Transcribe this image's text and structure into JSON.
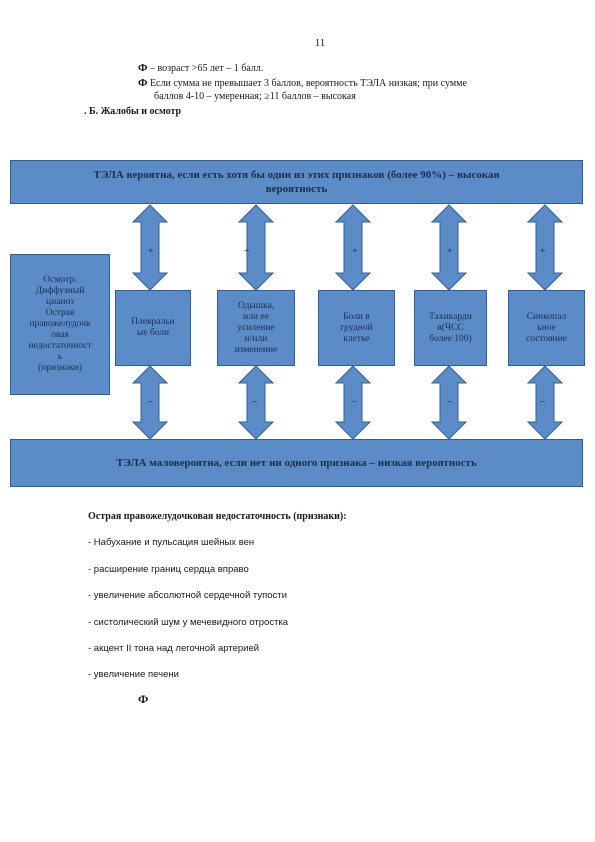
{
  "page_number": "11",
  "bullet_symbol": "Ф",
  "bullets": [
    "– возраст >65 лет – 1 балл.",
    "Если сумма не превышает 3 баллов, вероятность ТЭЛА низкая; при сумме",
    "баллов 4-10 – умеренная; ≥11 баллов – высокая"
  ],
  "section_heading": ". Б. Жалобы и осмотр",
  "diagram": {
    "top_banner": [
      "ТЭЛА вероятна, если есть хотя бы один из этих признаков (более 90%) – высокая",
      "вероятность"
    ],
    "bottom_banner": "ТЭЛА маловероятна, если нет ни одного признака – низкая вероятность",
    "left_box": [
      "Осмотр:",
      "Диффузный",
      "цианоз",
      "Острая",
      "правожелудочк",
      "овая",
      "недостаточност",
      "ь",
      "(признаки)"
    ],
    "boxes": [
      [
        "Плевральн",
        "ые боли"
      ],
      [
        "Одышка,",
        "или ее",
        "усиление",
        "и/или",
        "изменение"
      ],
      [
        "Боли в",
        "грудной",
        "клетке"
      ],
      [
        "Тахикарди",
        "я(ЧСС",
        "более 100)"
      ],
      [
        "Синкопал",
        "ьное",
        "состояние"
      ]
    ],
    "plus_sign": "+",
    "minus_sign": "–"
  },
  "list": {
    "heading": "Острая правожелудочковая недостаточность (признаки):",
    "items": [
      "- Набухание и пульсация шейных вен",
      "- расширение границ сердца вправо",
      "- увеличение абсолютной сердечной тупости",
      "- систолический шум у мечевидного отростка",
      "- акцент  II тона над легочной артерией",
      "- увеличение печени"
    ]
  },
  "colors": {
    "fill": "#5b8cc8",
    "border": "#2f5f99",
    "text": "#1b2f4f"
  }
}
